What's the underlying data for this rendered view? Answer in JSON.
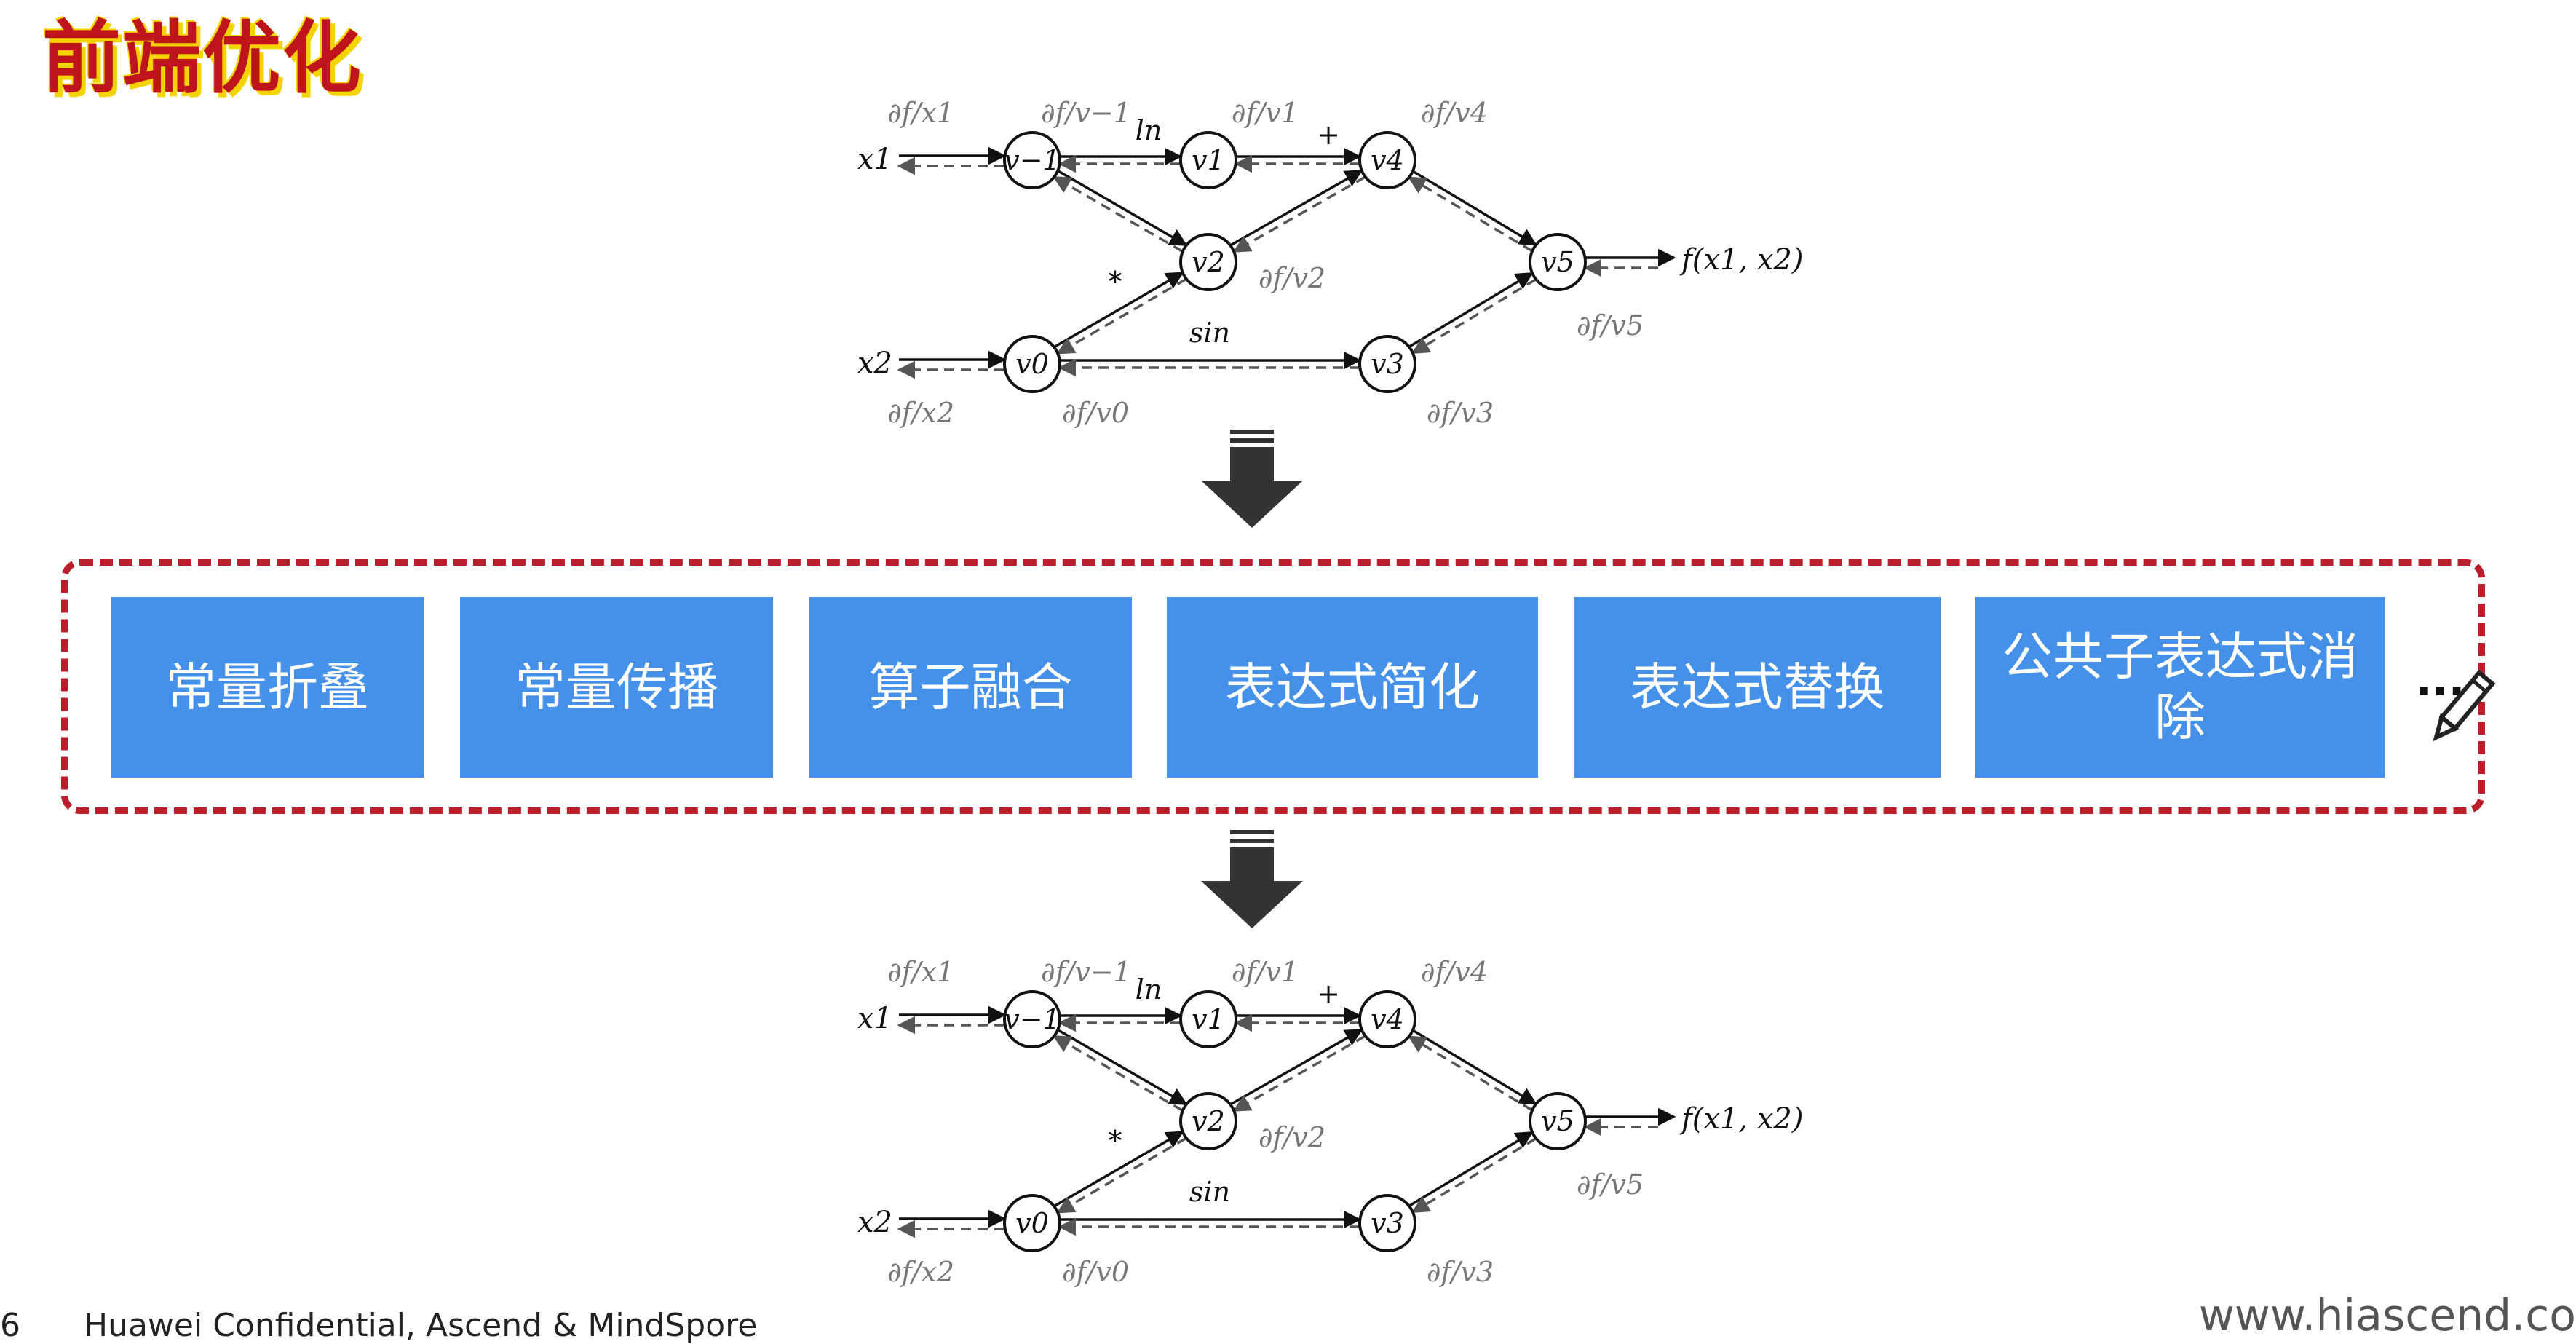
{
  "slide": {
    "title": "前端优化",
    "footer_text": "Huawei Confidential, Ascend & MindSpore",
    "page_mark": "6",
    "website": "www.hiascend.co"
  },
  "graph": {
    "inputs": [
      "x1",
      "x2"
    ],
    "nodes": [
      "v−1",
      "v0",
      "v1",
      "v2",
      "v3",
      "v4",
      "v5"
    ],
    "ops": {
      "ln": "ln",
      "plus": "+",
      "mul": "*",
      "sin": "sin"
    },
    "output": "f(x1, x2)",
    "gradients": {
      "x1": "∂f/x1",
      "x2": "∂f/x2",
      "vm1": "∂f/v−1",
      "v0": "∂f/v0",
      "v1": "∂f/v1",
      "v2": "∂f/v2",
      "v3": "∂f/v3",
      "v4": "∂f/v4",
      "v5": "∂f/v5"
    }
  },
  "optimizations": [
    "常量折叠",
    "常量传播",
    "算子融合",
    "表达式简化",
    "表达式替换",
    "公共子表达式消除"
  ],
  "more": "...",
  "colors": {
    "title": "#c0141c",
    "title_highlight": "#f4d400",
    "box": "#4590e8",
    "dash_border": "#b91e2a",
    "arrow": "#333333"
  }
}
